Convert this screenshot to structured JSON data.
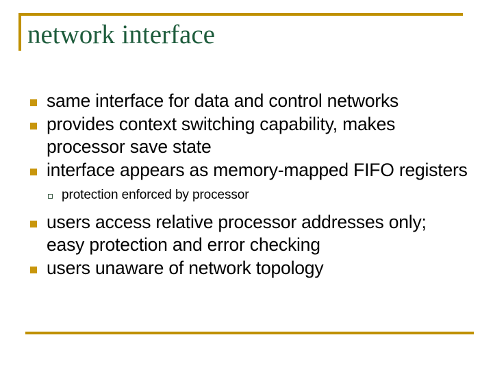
{
  "slide": {
    "title": "network interface",
    "theme": {
      "title_color": "#1e5c3c",
      "accent_rule_color": "#bf9000",
      "bullet_level1_color": "#c8960c",
      "bullet_level2_color": "#3d5c46",
      "body_text_color": "#000000",
      "background_color": "#ffffff"
    },
    "bullets": [
      {
        "level": 1,
        "text": "same interface for data and control networks"
      },
      {
        "level": 1,
        "text": "provides context switching capability, makes processor save state"
      },
      {
        "level": 1,
        "text": "interface appears as memory-mapped FIFO registers"
      },
      {
        "level": 2,
        "text": "protection enforced by processor"
      },
      {
        "level": 1,
        "text": "users access relative processor addresses only; easy protection and error checking"
      },
      {
        "level": 1,
        "text": "users unaware of network topology"
      }
    ]
  }
}
